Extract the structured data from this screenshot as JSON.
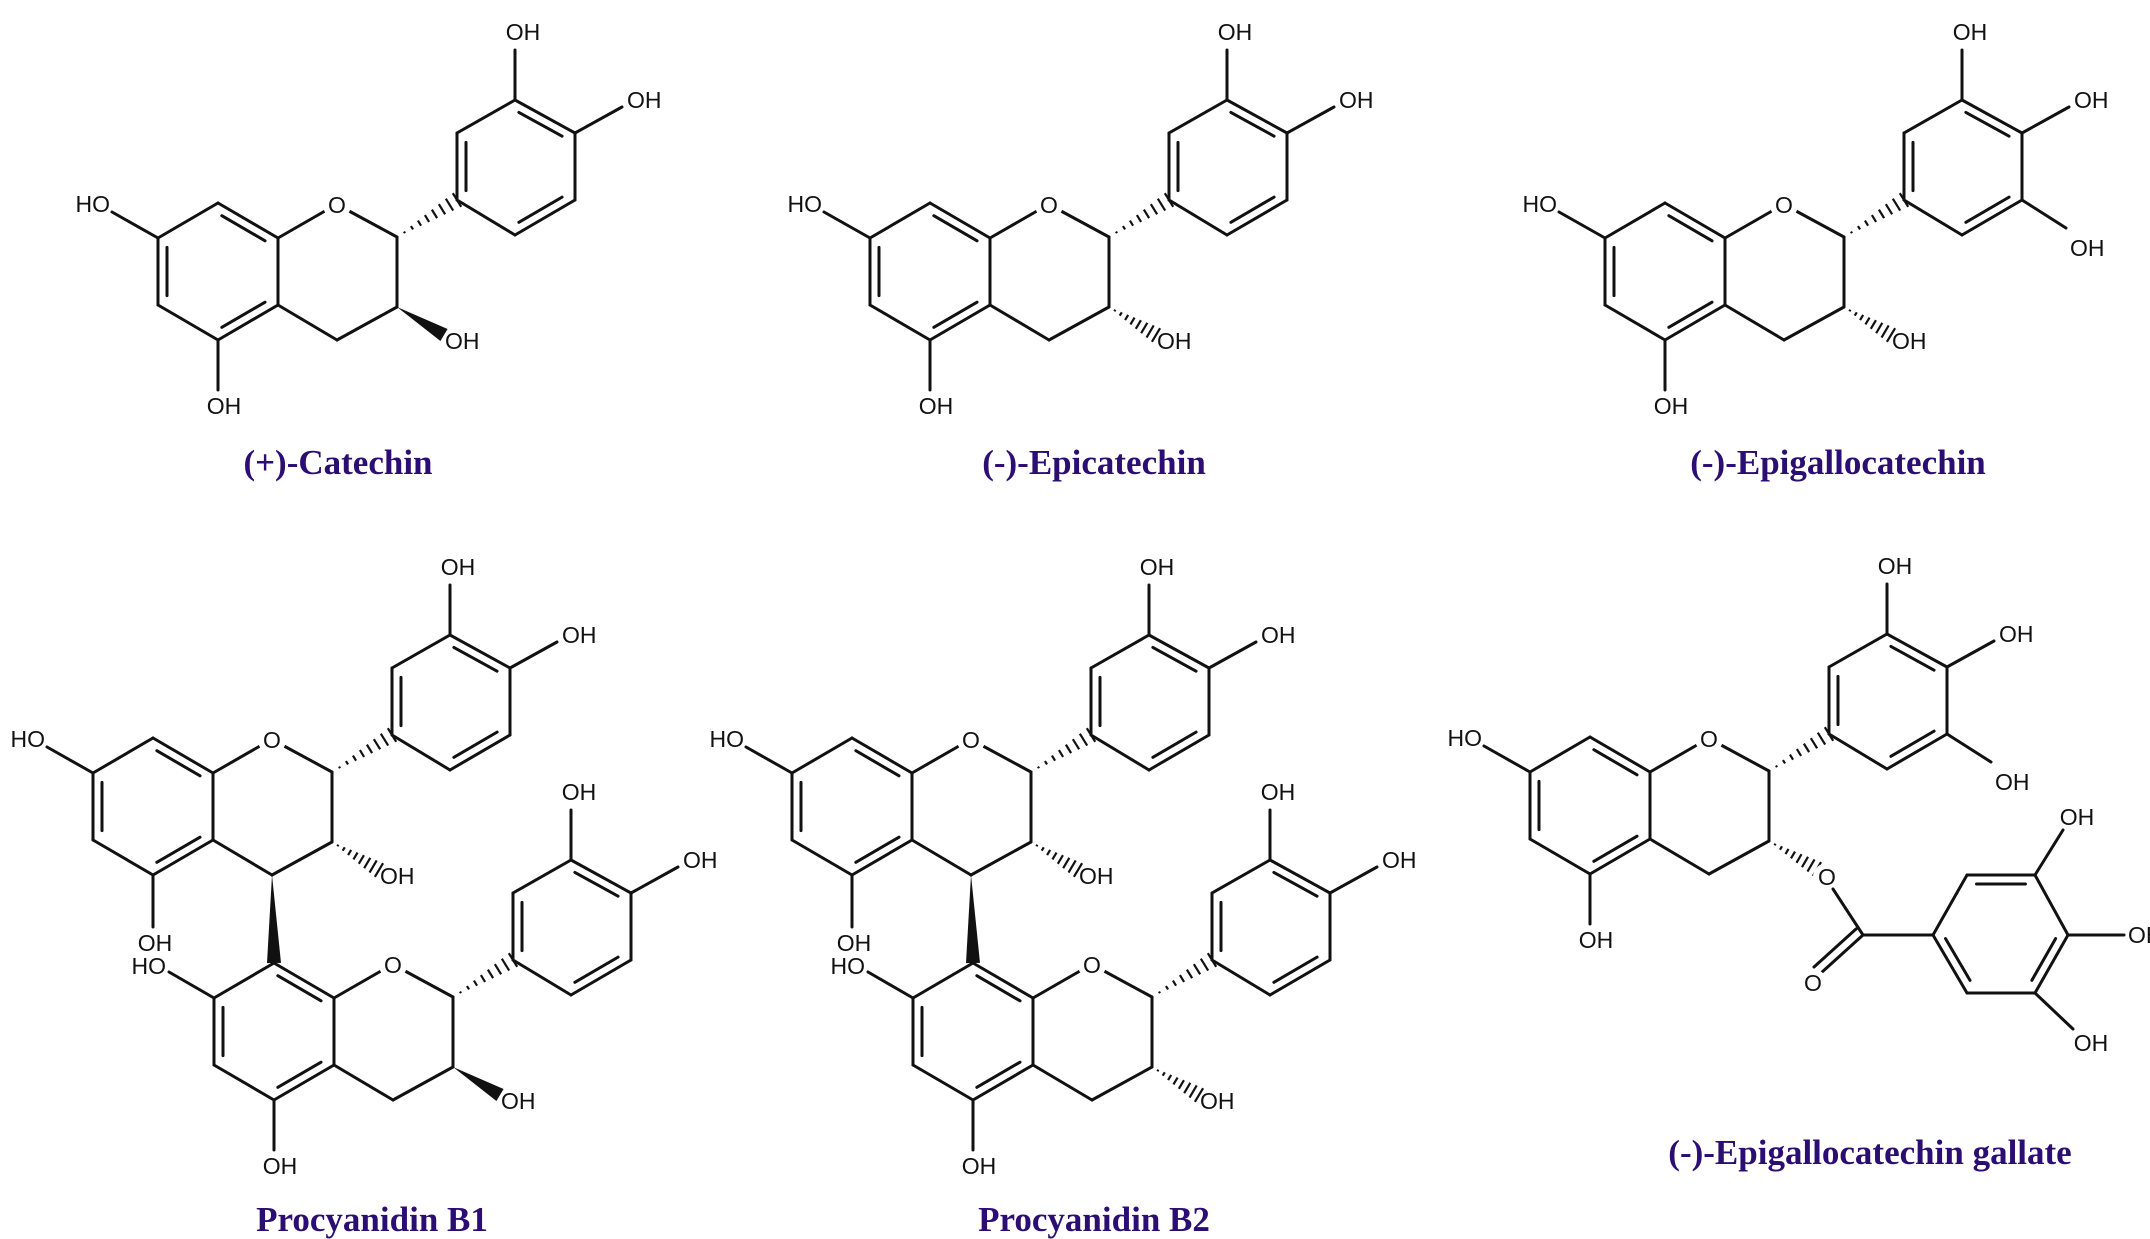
{
  "figure": {
    "type": "chemical-structures",
    "label_color": "#2b0d73",
    "compounds": [
      {
        "id": "catechin",
        "name": "(+)-Catechin",
        "row": 1,
        "col": 1
      },
      {
        "id": "epicatechin",
        "name": "(-)-Epicatechin",
        "row": 1,
        "col": 2
      },
      {
        "id": "epigallocatechin",
        "name": "(-)-Epigallocatechin",
        "row": 1,
        "col": 3
      },
      {
        "id": "procyanidin-b1",
        "name": "Procyanidin B1",
        "row": 2,
        "col": 1
      },
      {
        "id": "procyanidin-b2",
        "name": "Procyanidin B2",
        "row": 2,
        "col": 2
      },
      {
        "id": "egcg",
        "name": "(-)-Epigallocatechin gallate",
        "row": 2,
        "col": 3
      }
    ],
    "atom_labels": {
      "hydroxyl": "OH",
      "hydroxyl_left": "HO",
      "oxygen": "O"
    }
  }
}
